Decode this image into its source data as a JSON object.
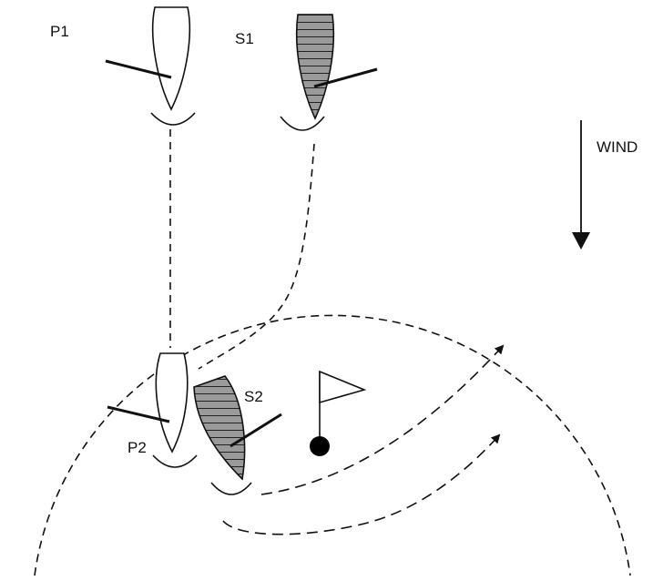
{
  "labels": {
    "p1": "P1",
    "s1": "S1",
    "p2": "P2",
    "s2": "S2",
    "wind": "WIND"
  },
  "colors": {
    "stroke": "#111111",
    "hull_fill_port": "#ffffff",
    "hull_fill_starboard": "#999999",
    "mark": "#000000"
  },
  "icons": {
    "wind_arrow": "arrow-down-icon",
    "mark": "flag-icon"
  }
}
